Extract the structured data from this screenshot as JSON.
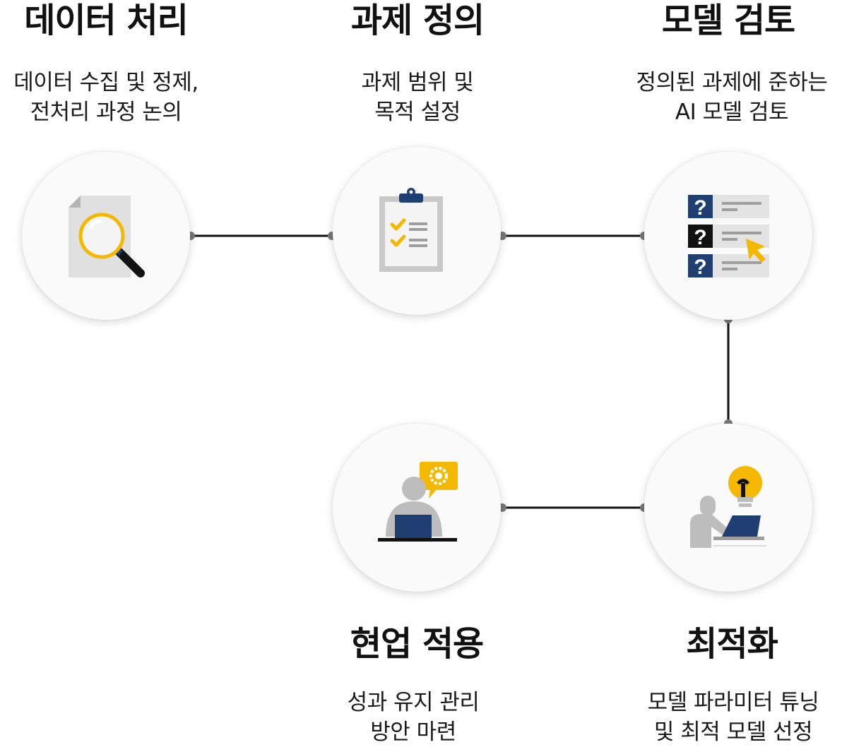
{
  "steps": [
    {
      "title": "데이터 처리",
      "desc": [
        "데이터 수집 및 정제,",
        "전처리 과정 논의"
      ],
      "icon": "magnifier-document-icon"
    },
    {
      "title": "과제 정의",
      "desc": [
        "과제 범위 및",
        "목적 설정"
      ],
      "icon": "clipboard-checklist-icon"
    },
    {
      "title": "모델 검토",
      "desc": [
        "정의된 과제에 준하는",
        "AI 모델 검토"
      ],
      "icon": "question-list-cursor-icon"
    },
    {
      "title": "최적화",
      "desc": [
        "모델 파라미터 튜닝",
        "및 최적 모델 선정"
      ],
      "icon": "lightbulb-laptop-user-icon"
    },
    {
      "title": "현업 적용",
      "desc": [
        "성과 유지 관리",
        "방안 마련"
      ],
      "icon": "user-laptop-gear-icon"
    }
  ],
  "icon_glyphs": {
    "question": "?"
  },
  "colors": {
    "accent_yellow": "#F5B800",
    "navy": "#1F3F73",
    "gray": "#BDBDBD",
    "line": "#111111",
    "dot": "#777777"
  }
}
